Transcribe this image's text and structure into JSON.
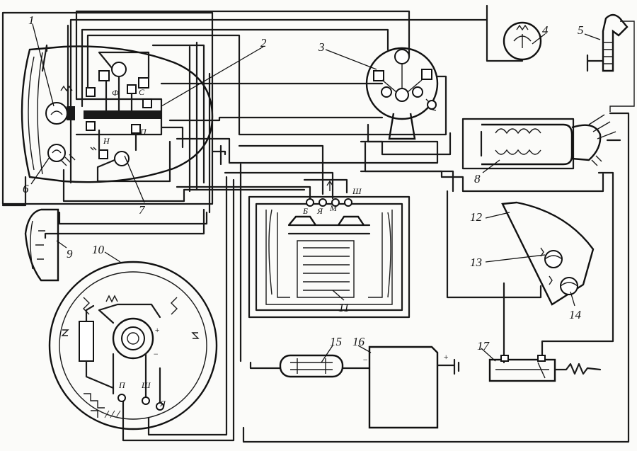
{
  "components": [
    {
      "id": "1",
      "label": "1"
    },
    {
      "id": "2",
      "label": "2"
    },
    {
      "id": "3",
      "label": "3"
    },
    {
      "id": "4",
      "label": "4"
    },
    {
      "id": "5",
      "label": "5"
    },
    {
      "id": "6",
      "label": "6"
    },
    {
      "id": "7",
      "label": "7"
    },
    {
      "id": "8",
      "label": "8"
    },
    {
      "id": "9",
      "label": "9"
    },
    {
      "id": "10",
      "label": "10"
    },
    {
      "id": "11",
      "label": "11"
    },
    {
      "id": "12",
      "label": "12"
    },
    {
      "id": "13",
      "label": "13"
    },
    {
      "id": "14",
      "label": "14"
    },
    {
      "id": "15",
      "label": "15"
    },
    {
      "id": "16",
      "label": "16"
    },
    {
      "id": "17",
      "label": "17"
    }
  ],
  "terminals": {
    "switch_c": "С",
    "switch_f": "Ф",
    "switch_p": "П",
    "switch_n": "Н",
    "reg_b": "Б",
    "reg_ya": "Я",
    "reg_m": "М",
    "reg_sh": "Ш",
    "gen_p": "П",
    "gen_sh": "Ш",
    "gen_ya": "Я",
    "gen_plus": "+",
    "gen_minus": "−",
    "bat_minus": "−",
    "bat_plus": "+"
  }
}
